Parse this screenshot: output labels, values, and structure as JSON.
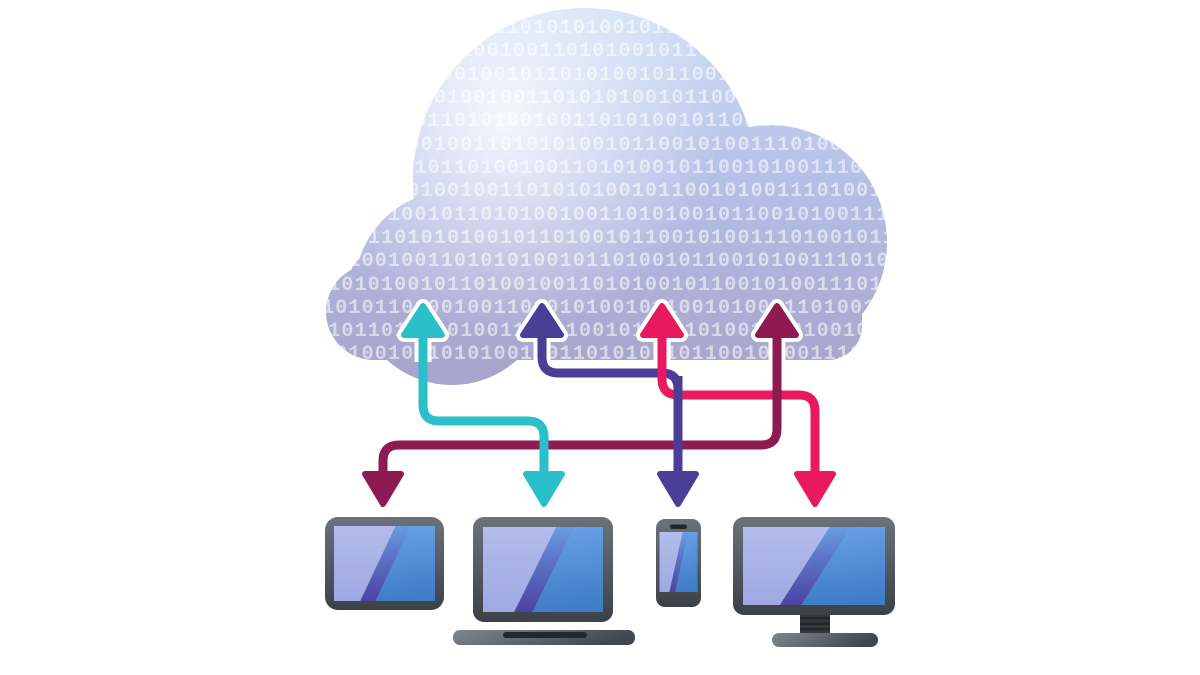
{
  "scene": {
    "description": "Illustration of a binary-data cloud exchanging data with four devices via colored arrows",
    "background_color": "#ffffff"
  },
  "cloud": {
    "label": "binary-data-cloud",
    "gradient_top": "#cfe0f6",
    "gradient_bottom": "#a8a4cb",
    "glow_color": "#ffffff",
    "digit_color": "#ffffff",
    "binary_rows": [
      "101011010010011010101001011001010011101001011010",
      "010010110101001001101010010110010100111010010110",
      "100110101001001011010100101100101001110100101101",
      "101001011010010011010101001011001010011101001011",
      "110100101101010010011010100101100101001110100101",
      "010110100100110101010010110010100111010010110100",
      "101010010110100100110101001011001010011101001011",
      "100101101001001101010100101100101001110100101101",
      "101101001011010100100110101001011001010011101001",
      "010011010101001011010010110010100111010010110101",
      "101001001101010100101101001011001010011101001011",
      "110101001011010010011010100101100101001110100101",
      "101011010010011010101001011001010011101001011010",
      "010110101001001101010010110010100111010010110100",
      "101001011010100100110101001011001010011101001011"
    ]
  },
  "connections": [
    {
      "name": "teal",
      "device": "laptop",
      "direction": "bidirectional",
      "color": "#2bbfca"
    },
    {
      "name": "indigo",
      "device": "smartphone",
      "direction": "bidirectional",
      "color": "#4b3e97"
    },
    {
      "name": "pink",
      "device": "desktop-monitor",
      "direction": "bidirectional",
      "color": "#e8195e"
    },
    {
      "name": "maroon",
      "device": "tablet",
      "direction": "bidirectional",
      "color": "#8d1a51"
    }
  ],
  "devices": [
    {
      "name": "tablet"
    },
    {
      "name": "laptop"
    },
    {
      "name": "smartphone"
    },
    {
      "name": "desktop-monitor"
    }
  ],
  "palette": {
    "frame_light": "#6b727a",
    "frame_dark": "#3c4148",
    "screen_blue_top": "#6ba3e8",
    "screen_blue_bottom": "#3f7dc7",
    "screen_lavender_top": "#b3bcec",
    "screen_lavender_bottom": "#9fa8e2",
    "screen_purple_band": "#4f3f9f",
    "base_light": "#80878f",
    "base_dark": "#42474e",
    "halo": "#ffffff"
  }
}
